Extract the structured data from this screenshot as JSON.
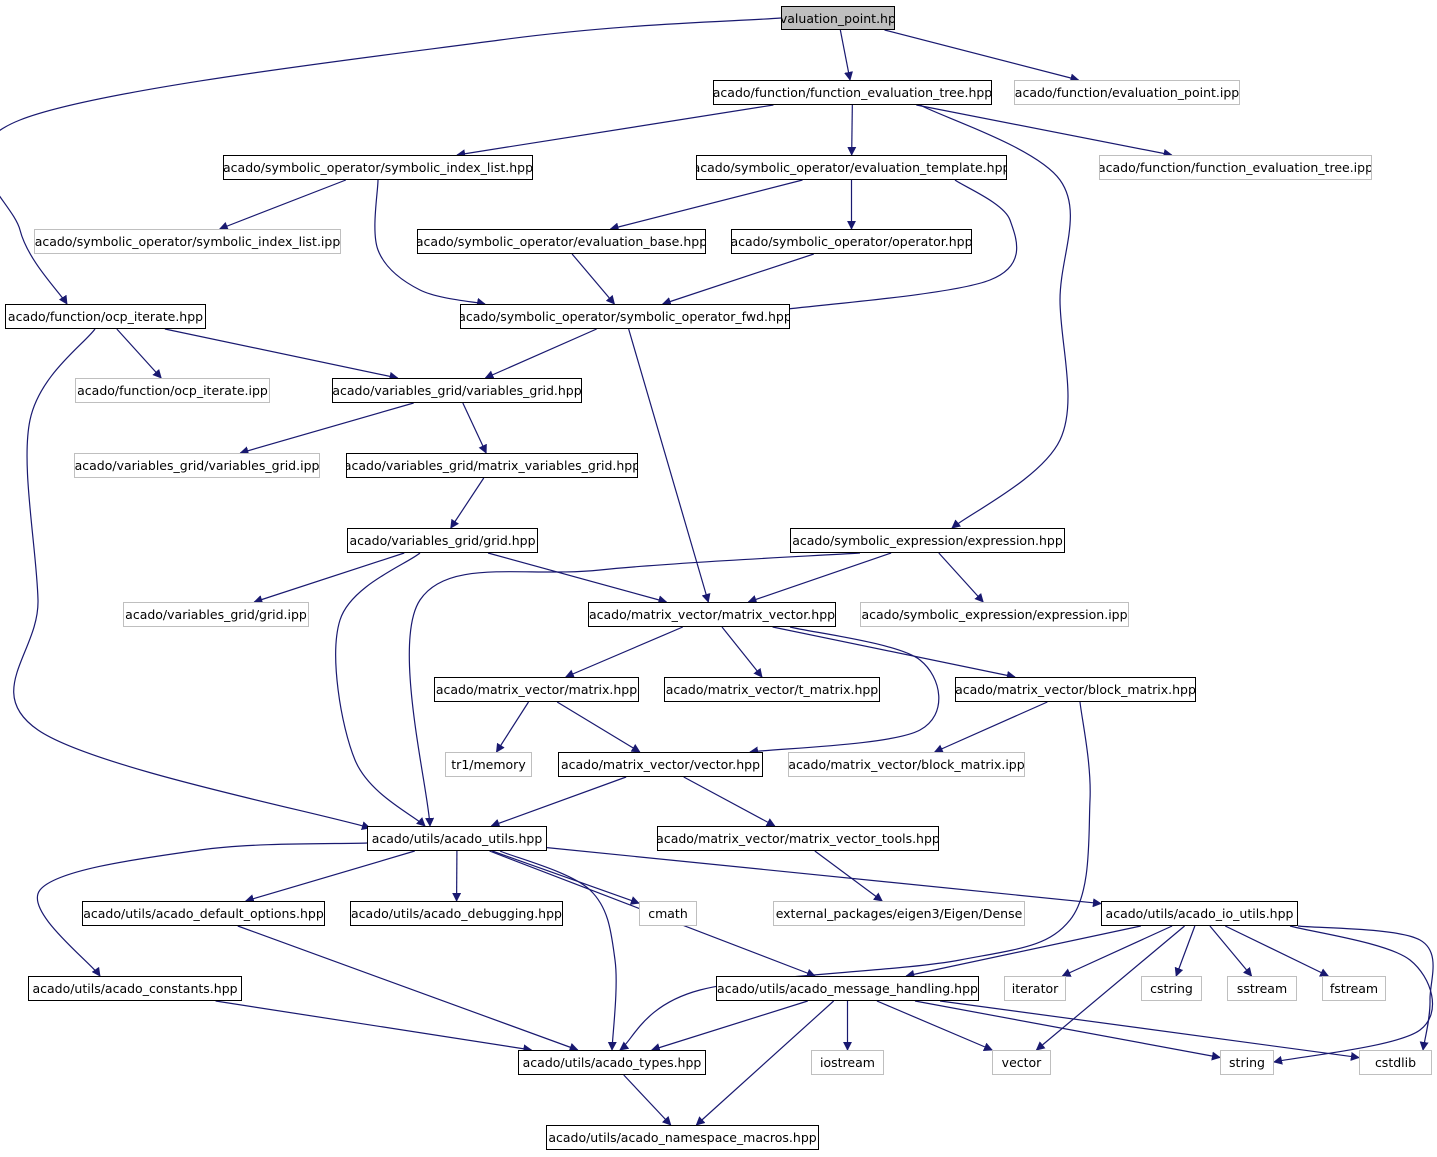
{
  "graph": {
    "edge_color": "#191970",
    "nodes": [
      {
        "id": "n0",
        "label": "evaluation_point.hpp",
        "kind": "root"
      },
      {
        "id": "n1",
        "label": "acado/function/function_evaluation_tree.hpp",
        "kind": "doc"
      },
      {
        "id": "n2",
        "label": "acado/function/evaluation_point.ipp",
        "kind": "ext"
      },
      {
        "id": "n3",
        "label": "acado/symbolic_operator/symbolic_index_list.hpp",
        "kind": "doc"
      },
      {
        "id": "n4",
        "label": "acado/symbolic_operator/evaluation_template.hpp",
        "kind": "doc"
      },
      {
        "id": "n5",
        "label": "acado/function/function_evaluation_tree.ipp",
        "kind": "ext"
      },
      {
        "id": "n6",
        "label": "acado/symbolic_operator/symbolic_index_list.ipp",
        "kind": "ext"
      },
      {
        "id": "n7",
        "label": "acado/symbolic_operator/evaluation_base.hpp",
        "kind": "doc"
      },
      {
        "id": "n8",
        "label": "acado/symbolic_operator/operator.hpp",
        "kind": "doc"
      },
      {
        "id": "n9",
        "label": "acado/function/ocp_iterate.hpp",
        "kind": "doc"
      },
      {
        "id": "n10",
        "label": "acado/symbolic_operator/symbolic_operator_fwd.hpp",
        "kind": "doc"
      },
      {
        "id": "n11",
        "label": "acado/function/ocp_iterate.ipp",
        "kind": "ext"
      },
      {
        "id": "n12",
        "label": "acado/variables_grid/variables_grid.hpp",
        "kind": "doc"
      },
      {
        "id": "n13",
        "label": "acado/variables_grid/variables_grid.ipp",
        "kind": "ext"
      },
      {
        "id": "n14",
        "label": "acado/variables_grid/matrix_variables_grid.hpp",
        "kind": "doc"
      },
      {
        "id": "n15",
        "label": "acado/variables_grid/grid.hpp",
        "kind": "doc"
      },
      {
        "id": "n16",
        "label": "acado/symbolic_expression/expression.hpp",
        "kind": "doc"
      },
      {
        "id": "n17",
        "label": "acado/variables_grid/grid.ipp",
        "kind": "ext"
      },
      {
        "id": "n18",
        "label": "acado/matrix_vector/matrix_vector.hpp",
        "kind": "doc"
      },
      {
        "id": "n19",
        "label": "acado/symbolic_expression/expression.ipp",
        "kind": "ext"
      },
      {
        "id": "n20",
        "label": "acado/matrix_vector/matrix.hpp",
        "kind": "doc"
      },
      {
        "id": "n21",
        "label": "acado/matrix_vector/t_matrix.hpp",
        "kind": "doc"
      },
      {
        "id": "n22",
        "label": "acado/matrix_vector/block_matrix.hpp",
        "kind": "doc"
      },
      {
        "id": "n23",
        "label": "tr1/memory",
        "kind": "ext"
      },
      {
        "id": "n24",
        "label": "acado/matrix_vector/vector.hpp",
        "kind": "doc"
      },
      {
        "id": "n25",
        "label": "acado/matrix_vector/block_matrix.ipp",
        "kind": "ext"
      },
      {
        "id": "n26",
        "label": "acado/utils/acado_utils.hpp",
        "kind": "doc"
      },
      {
        "id": "n27",
        "label": "acado/matrix_vector/matrix_vector_tools.hpp",
        "kind": "doc"
      },
      {
        "id": "n28",
        "label": "acado/utils/acado_default_options.hpp",
        "kind": "doc"
      },
      {
        "id": "n29",
        "label": "acado/utils/acado_debugging.hpp",
        "kind": "doc"
      },
      {
        "id": "n30",
        "label": "cmath",
        "kind": "ext"
      },
      {
        "id": "n31",
        "label": "external_packages/eigen3/Eigen/Dense",
        "kind": "ext"
      },
      {
        "id": "n32",
        "label": "acado/utils/acado_io_utils.hpp",
        "kind": "doc"
      },
      {
        "id": "n33",
        "label": "acado/utils/acado_constants.hpp",
        "kind": "doc"
      },
      {
        "id": "n34",
        "label": "acado/utils/acado_message_handling.hpp",
        "kind": "doc"
      },
      {
        "id": "n35",
        "label": "iterator",
        "kind": "ext"
      },
      {
        "id": "n36",
        "label": "cstring",
        "kind": "ext"
      },
      {
        "id": "n37",
        "label": "sstream",
        "kind": "ext"
      },
      {
        "id": "n38",
        "label": "fstream",
        "kind": "ext"
      },
      {
        "id": "n39",
        "label": "acado/utils/acado_types.hpp",
        "kind": "doc"
      },
      {
        "id": "n40",
        "label": "iostream",
        "kind": "ext"
      },
      {
        "id": "n41",
        "label": "vector",
        "kind": "ext"
      },
      {
        "id": "n42",
        "label": "string",
        "kind": "ext"
      },
      {
        "id": "n43",
        "label": "cstdlib",
        "kind": "ext"
      },
      {
        "id": "n44",
        "label": "acado/utils/acado_namespace_macros.hpp",
        "kind": "doc"
      }
    ],
    "edges": [
      [
        "n0",
        "n1"
      ],
      [
        "n0",
        "n2"
      ],
      [
        "n0",
        "n9"
      ],
      [
        "n1",
        "n3"
      ],
      [
        "n1",
        "n4"
      ],
      [
        "n1",
        "n5"
      ],
      [
        "n1",
        "n16"
      ],
      [
        "n3",
        "n6"
      ],
      [
        "n3",
        "n10"
      ],
      [
        "n4",
        "n7"
      ],
      [
        "n4",
        "n8"
      ],
      [
        "n4",
        "n10"
      ],
      [
        "n7",
        "n10"
      ],
      [
        "n8",
        "n10"
      ],
      [
        "n9",
        "n11"
      ],
      [
        "n9",
        "n12"
      ],
      [
        "n9",
        "n26"
      ],
      [
        "n10",
        "n12"
      ],
      [
        "n10",
        "n18"
      ],
      [
        "n12",
        "n13"
      ],
      [
        "n12",
        "n14"
      ],
      [
        "n14",
        "n15"
      ],
      [
        "n15",
        "n17"
      ],
      [
        "n15",
        "n18"
      ],
      [
        "n15",
        "n26"
      ],
      [
        "n16",
        "n18"
      ],
      [
        "n16",
        "n19"
      ],
      [
        "n16",
        "n26"
      ],
      [
        "n18",
        "n20"
      ],
      [
        "n18",
        "n21"
      ],
      [
        "n18",
        "n22"
      ],
      [
        "n18",
        "n24"
      ],
      [
        "n20",
        "n23"
      ],
      [
        "n20",
        "n24"
      ],
      [
        "n22",
        "n25"
      ],
      [
        "n22",
        "n39"
      ],
      [
        "n24",
        "n26"
      ],
      [
        "n24",
        "n27"
      ],
      [
        "n27",
        "n31"
      ],
      [
        "n26",
        "n28"
      ],
      [
        "n26",
        "n29"
      ],
      [
        "n26",
        "n30"
      ],
      [
        "n26",
        "n32"
      ],
      [
        "n26",
        "n33"
      ],
      [
        "n26",
        "n34"
      ],
      [
        "n26",
        "n39"
      ],
      [
        "n28",
        "n39"
      ],
      [
        "n33",
        "n39"
      ],
      [
        "n32",
        "n34"
      ],
      [
        "n32",
        "n35"
      ],
      [
        "n32",
        "n36"
      ],
      [
        "n32",
        "n37"
      ],
      [
        "n32",
        "n38"
      ],
      [
        "n32",
        "n41"
      ],
      [
        "n32",
        "n42"
      ],
      [
        "n32",
        "n43"
      ],
      [
        "n34",
        "n39"
      ],
      [
        "n34",
        "n40"
      ],
      [
        "n34",
        "n41"
      ],
      [
        "n34",
        "n42"
      ],
      [
        "n34",
        "n43"
      ],
      [
        "n34",
        "n44"
      ],
      [
        "n39",
        "n44"
      ]
    ]
  }
}
